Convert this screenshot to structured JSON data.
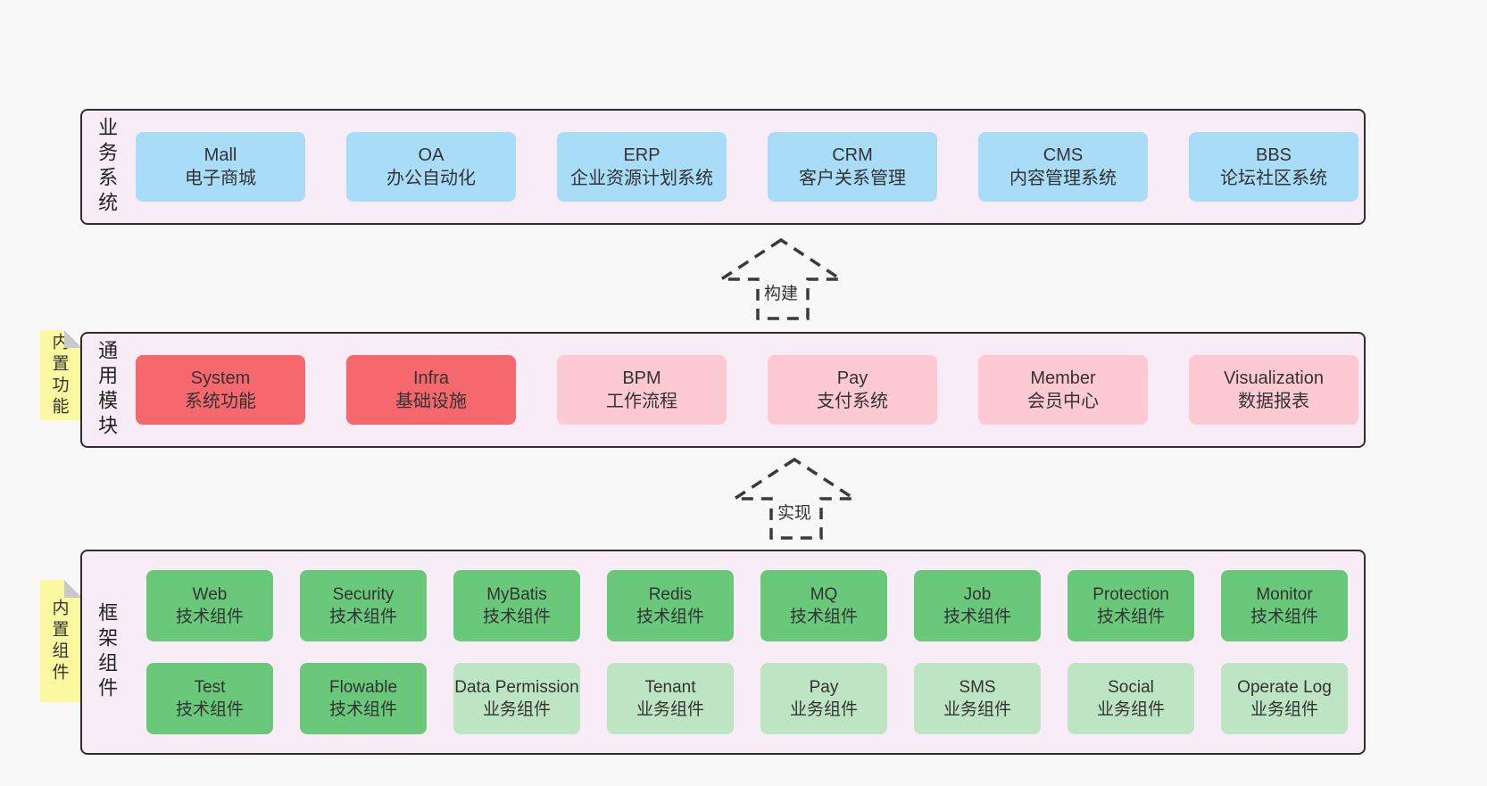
{
  "colors": {
    "page_bg": "#f8f8f8",
    "container_bg": "#f8edf6",
    "line": "#2f2f2f",
    "text": "#333333",
    "blue": "#a9dcf7",
    "red": "#f5696e",
    "pink": "#fdc9d3",
    "green": "#69c87a",
    "lightgreen": "#bee5c3",
    "note_yellow": "#fbf9a0",
    "fold_gray": "#c9c9c9"
  },
  "sections": [
    {
      "label": "业务系统",
      "boxes": [
        {
          "title": "Mall",
          "subtitle": "电子商城",
          "color": "blue"
        },
        {
          "title": "OA",
          "subtitle": "办公自动化",
          "color": "blue"
        },
        {
          "title": "ERP",
          "subtitle": "企业资源计划系统",
          "color": "blue"
        },
        {
          "title": "CRM",
          "subtitle": "客户关系管理",
          "color": "blue"
        },
        {
          "title": "CMS",
          "subtitle": "内容管理系统",
          "color": "blue"
        },
        {
          "title": "BBS",
          "subtitle": "论坛社区系统",
          "color": "blue"
        }
      ]
    },
    {
      "label": "通用模块",
      "note": "内置功能",
      "boxes": [
        {
          "title": "System",
          "subtitle": "系统功能",
          "color": "red"
        },
        {
          "title": "Infra",
          "subtitle": "基础设施",
          "color": "red"
        },
        {
          "title": "BPM",
          "subtitle": "工作流程",
          "color": "pink"
        },
        {
          "title": "Pay",
          "subtitle": "支付系统",
          "color": "pink"
        },
        {
          "title": "Member",
          "subtitle": "会员中心",
          "color": "pink"
        },
        {
          "title": "Visualization",
          "subtitle": "数据报表",
          "color": "pink"
        }
      ]
    },
    {
      "label": "框架组件",
      "note": "内置组件",
      "rows": [
        [
          {
            "title": "Web",
            "subtitle": "技术组件",
            "color": "green"
          },
          {
            "title": "Security",
            "subtitle": "技术组件",
            "color": "green"
          },
          {
            "title": "MyBatis",
            "subtitle": "技术组件",
            "color": "green"
          },
          {
            "title": "Redis",
            "subtitle": "技术组件",
            "color": "green"
          },
          {
            "title": "MQ",
            "subtitle": "技术组件",
            "color": "green"
          },
          {
            "title": "Job",
            "subtitle": "技术组件",
            "color": "green"
          },
          {
            "title": "Protection",
            "subtitle": "技术组件",
            "color": "green"
          },
          {
            "title": "Monitor",
            "subtitle": "技术组件",
            "color": "green"
          }
        ],
        [
          {
            "title": "Test",
            "subtitle": "技术组件",
            "color": "green"
          },
          {
            "title": "Flowable",
            "subtitle": "技术组件",
            "color": "green"
          },
          {
            "title": "Data Permission",
            "subtitle": "业务组件",
            "color": "lightgreen"
          },
          {
            "title": "Tenant",
            "subtitle": "业务组件",
            "color": "lightgreen"
          },
          {
            "title": "Pay",
            "subtitle": "业务组件",
            "color": "lightgreen"
          },
          {
            "title": "SMS",
            "subtitle": "业务组件",
            "color": "lightgreen"
          },
          {
            "title": "Social",
            "subtitle": "业务组件",
            "color": "lightgreen"
          },
          {
            "title": "Operate Log",
            "subtitle": "业务组件",
            "color": "lightgreen"
          }
        ]
      ]
    }
  ],
  "arrows": [
    {
      "label": "构建"
    },
    {
      "label": "实现"
    }
  ]
}
